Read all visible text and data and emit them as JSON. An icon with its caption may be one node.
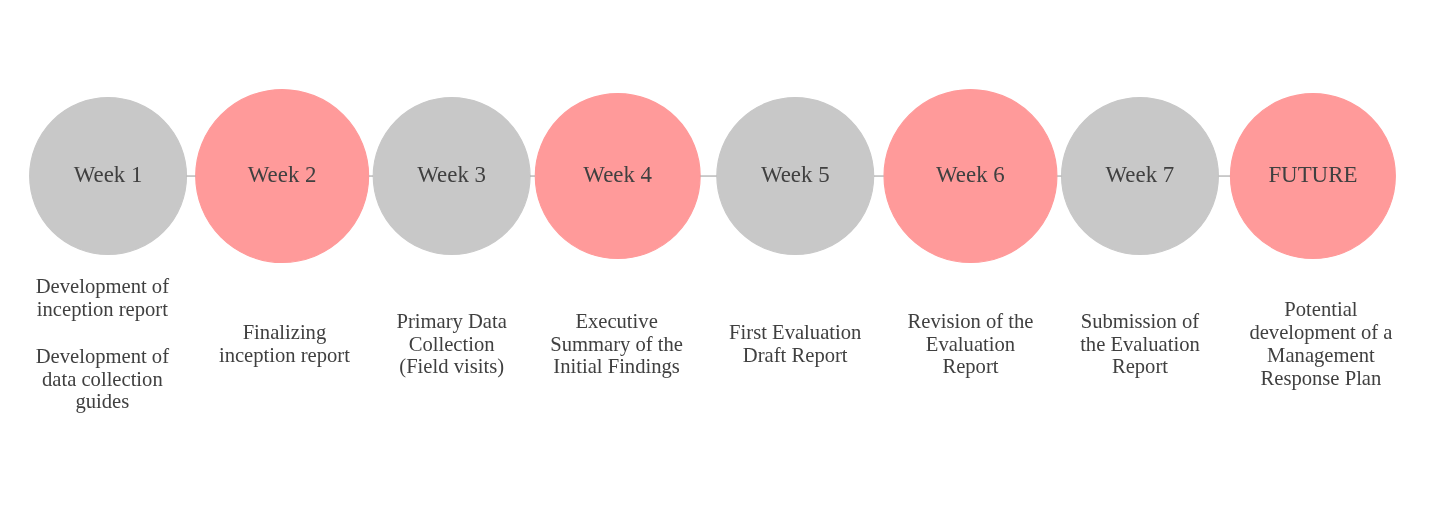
{
  "diagram": {
    "nodes": [
      {
        "text": [
          "Week 1"
        ],
        "beside": [
          "Development of inception report",
          "Development of data collection guides"
        ]
      },
      {
        "text": [
          "Week 2"
        ],
        "beside": [
          "Finalizing inception report"
        ]
      },
      {
        "text": [
          "Week 3"
        ],
        "beside": [
          "Primary Data Collection (Field visits)"
        ]
      },
      {
        "text": [
          "Week 4"
        ],
        "beside": [
          "Executive Summary of the Initial Findings"
        ]
      },
      {
        "text": [
          "Week 5"
        ],
        "beside": [
          "First Evaluation Draft Report"
        ]
      },
      {
        "text": [
          "Week 6"
        ],
        "beside": [
          "Revision of the Evaluation Report"
        ]
      },
      {
        "text": [
          "Week 7"
        ],
        "beside": [
          "Submission of the Evaluation Report"
        ]
      },
      {
        "text": [
          "FUTURE"
        ],
        "beside": [
          "Potential development of a Management Response Plan"
        ]
      }
    ],
    "edges": [
      {
        "from": 0,
        "to": 1,
        "arrow": "none"
      },
      {
        "from": 1,
        "to": 2,
        "arrow": "none"
      },
      {
        "from": 2,
        "to": 3,
        "arrow": "none"
      },
      {
        "from": 3,
        "to": 4,
        "arrow": "none"
      },
      {
        "from": 4,
        "to": 5,
        "arrow": "none"
      },
      {
        "from": 5,
        "to": 6,
        "arrow": "none"
      },
      {
        "from": 6,
        "to": 7,
        "arrow": "none"
      }
    ]
  }
}
